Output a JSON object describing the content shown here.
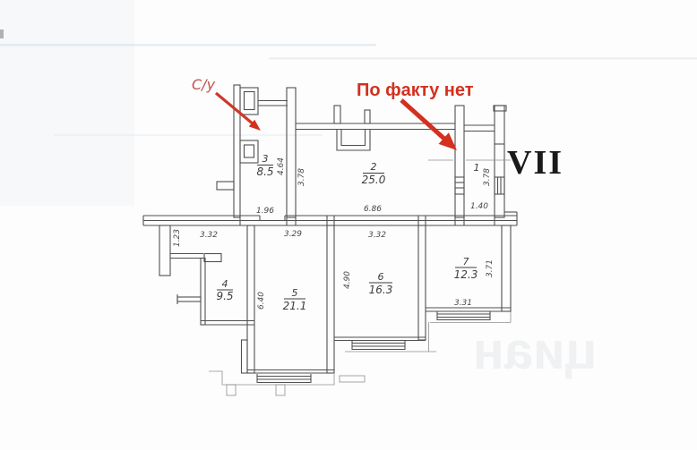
{
  "annotations": {
    "su": "С/у",
    "fact": "По факту нет",
    "section": "VII",
    "watermark": "циан"
  },
  "rooms": {
    "r1": {
      "number": "1"
    },
    "r2": {
      "number": "2",
      "area": "25.0"
    },
    "r3": {
      "number": "3",
      "area": "8.5"
    },
    "r4": {
      "number": "4",
      "area": "9.5"
    },
    "r5": {
      "number": "5",
      "area": "21.1"
    },
    "r6": {
      "number": "6",
      "area": "16.3"
    },
    "r7": {
      "number": "7",
      "area": "12.3"
    }
  },
  "dimensions": {
    "room3_width": "1.96",
    "room2_width": "6.86",
    "room1_width": "1.40",
    "room3_height": "4.64",
    "room2_height": "3.78",
    "room1_height": "3.78",
    "room4_width": "3.32",
    "room4_offset": "1.23",
    "room5_width": "3.29",
    "room5_height": "6.40",
    "room6_width": "3.32",
    "room6_height": "4.90",
    "room7_width": "3.31",
    "room7_height": "3.71"
  },
  "colors": {
    "annotation_red": "#d3301f",
    "script_red": "#c2524c",
    "plan_line": "#4f4f4f",
    "label_text": "#3d3d3d",
    "numeral_black": "#1a1a1a",
    "watermark_gray": "#8795a1"
  }
}
